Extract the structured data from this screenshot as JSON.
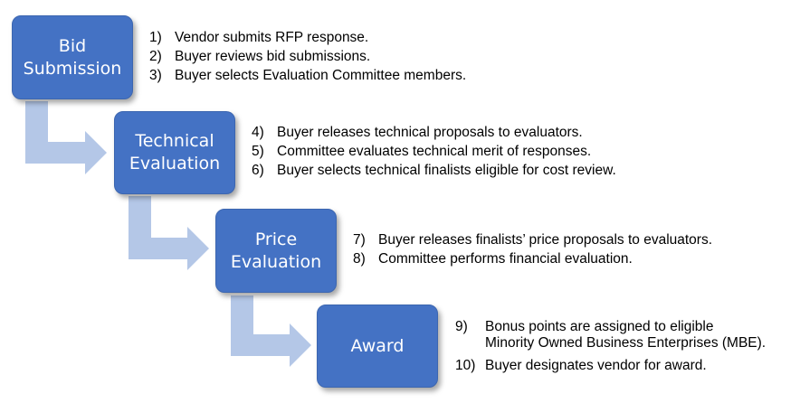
{
  "stages": [
    {
      "label": "Bid\nSubmission",
      "steps": [
        {
          "num": "1)",
          "text": "Vendor submits RFP response."
        },
        {
          "num": "2)",
          "text": "Buyer reviews bid submissions."
        },
        {
          "num": "3)",
          "text": "Buyer selects Evaluation Committee members."
        }
      ]
    },
    {
      "label": "Technical\nEvaluation",
      "steps": [
        {
          "num": "4)",
          "text": "Buyer releases technical proposals to evaluators."
        },
        {
          "num": "5)",
          "text": "Committee evaluates technical merit of responses."
        },
        {
          "num": "6)",
          "text": "Buyer selects technical finalists eligible for cost review."
        }
      ]
    },
    {
      "label": "Price\nEvaluation",
      "steps": [
        {
          "num": "7)",
          "text": "Buyer releases finalists’ price proposals to evaluators."
        },
        {
          "num": "8)",
          "text": "Committee performs financial evaluation."
        }
      ]
    },
    {
      "label": "Award",
      "steps": [
        {
          "num": "9)",
          "text": "Bonus points are assigned to eligible\nMinority Owned Business Enterprises (MBE)."
        },
        {
          "num": "10)",
          "text": "Buyer designates vendor for award."
        }
      ]
    }
  ],
  "colors": {
    "stage_fill": "#4472c4",
    "arrow_fill": "#b4c7e7",
    "text": "#000000"
  }
}
